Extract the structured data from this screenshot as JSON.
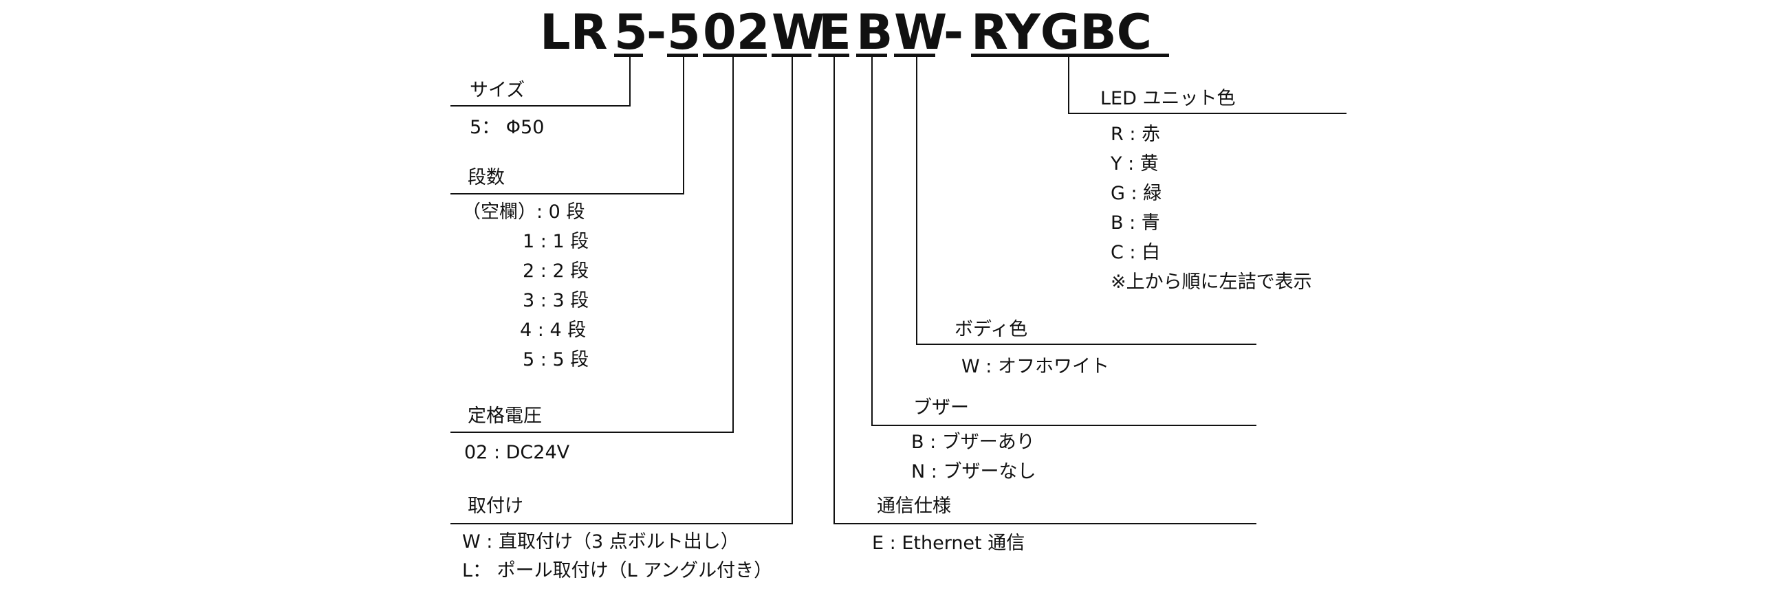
{
  "model": {
    "prefix": "LR",
    "size_code": "5",
    "dash1": "-",
    "tier_code": "5",
    "voltage_code": "02",
    "mount_code": "W",
    "comm_code": "E",
    "buzzer_code": "B",
    "body_code": "W",
    "dash2": "-",
    "led_code": "RYGBC"
  },
  "size": {
    "title": "サイズ",
    "items": [
      "5：  Φ50"
    ]
  },
  "tiers": {
    "title": "段数",
    "items": [
      "（空欄）: 0 段",
      "1 : 1 段",
      "2 : 2 段",
      "3 : 3 段",
      "4  : 4 段",
      "5 : 5 段"
    ]
  },
  "voltage": {
    "title": "定格電圧",
    "items": [
      "02 : DC24V"
    ]
  },
  "mounting": {
    "title": "取付け",
    "items": [
      "W : 直取付け（3 点ボルト出し）",
      "L： ポール取付け（L アングル付き）"
    ]
  },
  "communication": {
    "title": "通信仕様",
    "items": [
      "E : Ethernet 通信"
    ]
  },
  "buzzer": {
    "title": "ブザー",
    "items": [
      "B : ブザーあり",
      "N : ブザーなし"
    ]
  },
  "body_color": {
    "title": "ボディ色",
    "items": [
      "W : オフホワイト"
    ]
  },
  "led_color": {
    "title": "LED ユニット色",
    "items": [
      "R : 赤",
      "Y : 黄",
      "G : 緑",
      "B : 青",
      "C : 白",
      "※上から順に左詰で表示"
    ]
  }
}
